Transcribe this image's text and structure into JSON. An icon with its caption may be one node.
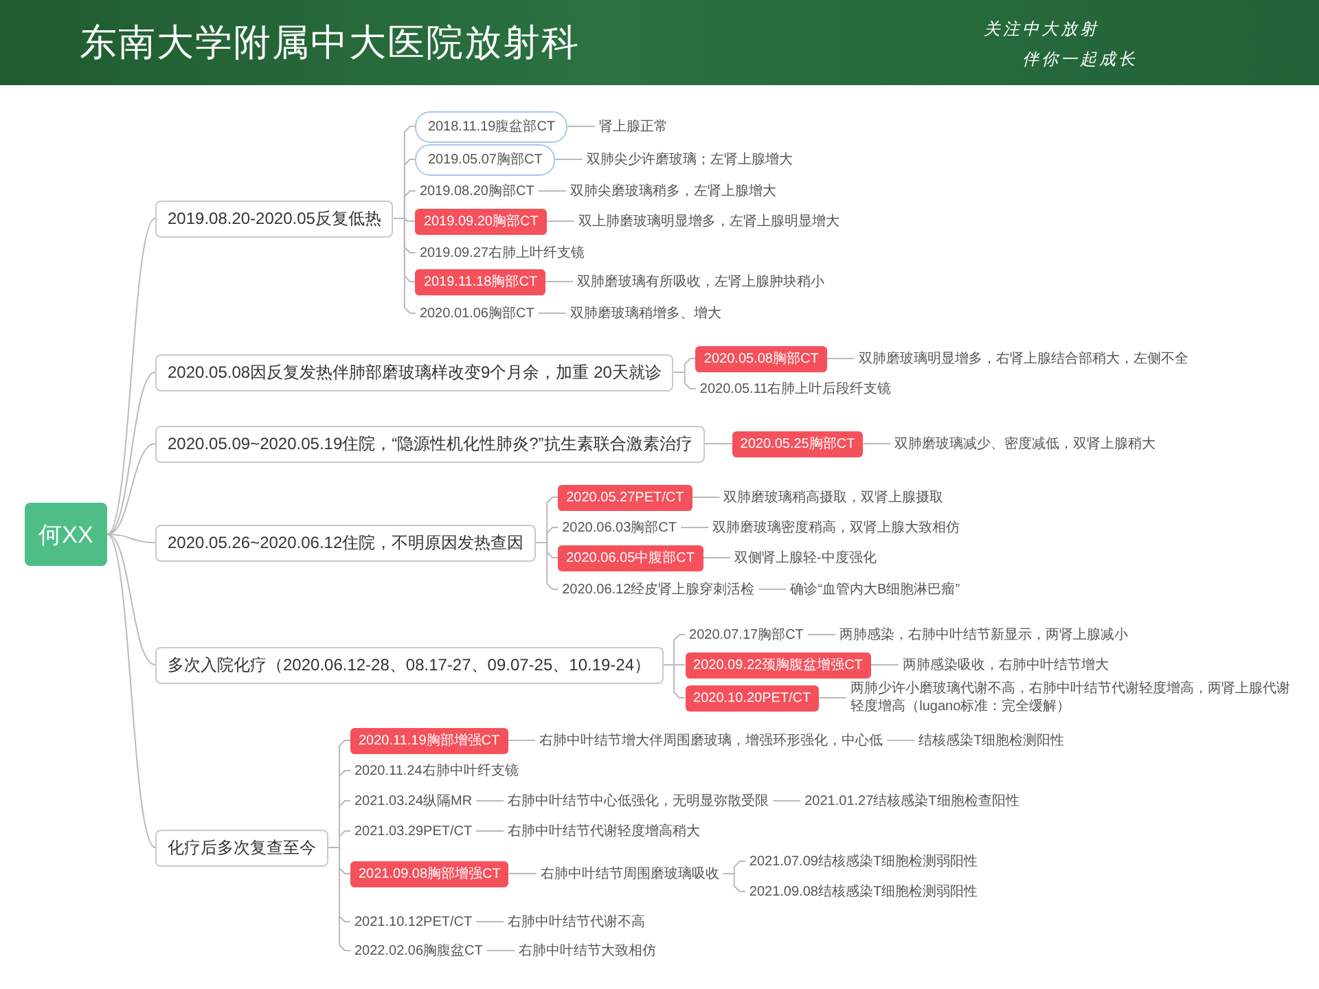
{
  "diagram": {
    "title": "东南大学附属中大医院放射科",
    "nodes": [
      {
        "text": [
          "何XX"
        ]
      },
      {
        "text": [
          "2019.08.20-2020.05反复低热"
        ]
      },
      {
        "text": [
          "2020.05.08因反复发热伴肺部磨玻璃样改变9个月余，加重 20天就诊"
        ]
      },
      {
        "text": [
          "2020.05.09~2020.05.19住院，“隐源性机化性肺炎?”抗生素联合激素治疗"
        ]
      },
      {
        "text": [
          "2020.05.26~2020.06.12住院，不明原因发热查因"
        ]
      },
      {
        "text": [
          "多次入院化疗（2020.06.12-28、08.17-27、09.07-25、10.19-24）"
        ]
      },
      {
        "text": [
          "化疗后多次复查至今"
        ]
      },
      {
        "text": [
          "2018.11.19腹盆部CT"
        ]
      },
      {
        "text": [
          "肾上腺正常"
        ]
      },
      {
        "text": [
          "2019.05.07胸部CT"
        ]
      },
      {
        "text": [
          "双肺尖少许磨玻璃；左肾上腺增大"
        ]
      },
      {
        "text": [
          "2019.08.20胸部CT"
        ]
      },
      {
        "text": [
          "双肺尖磨玻璃稍多，左肾上腺增大"
        ]
      },
      {
        "text": [
          "2019.09.20胸部CT"
        ]
      },
      {
        "text": [
          "双上肺磨玻璃明显增多，左肾上腺明显增大"
        ]
      },
      {
        "text": [
          "2019.09.27右肺上叶纤支镜"
        ]
      },
      {
        "text": [
          "2019.11.18胸部CT"
        ]
      },
      {
        "text": [
          "双肺磨玻璃有所吸收，左肾上腺肿块稍小"
        ]
      },
      {
        "text": [
          "2020.01.06胸部CT"
        ]
      },
      {
        "text": [
          "双肺磨玻璃稍增多、增大"
        ]
      },
      {
        "text": [
          "2020.05.08胸部CT"
        ]
      },
      {
        "text": [
          "双肺磨玻璃明显增多，右肾上腺结合部稍大，左侧不全"
        ]
      },
      {
        "text": [
          "2020.05.11右肺上叶后段纤支镜"
        ]
      },
      {
        "text": [
          "2020.05.25胸部CT"
        ]
      },
      {
        "text": [
          "双肺磨玻璃减少、密度减低，双肾上腺稍大"
        ]
      },
      {
        "text": [
          "2020.05.27PET/CT"
        ]
      },
      {
        "text": [
          "双肺磨玻璃稍高摄取，双肾上腺摄取"
        ]
      },
      {
        "text": [
          "2020.06.03胸部CT"
        ]
      },
      {
        "text": [
          "双肺磨玻璃密度稍高，双肾上腺大致相仿"
        ]
      },
      {
        "text": [
          "2020.06.05中腹部CT"
        ]
      },
      {
        "text": [
          "双侧肾上腺轻-中度强化"
        ]
      },
      {
        "text": [
          "2020.06.12经皮肾上腺穿刺活检"
        ]
      },
      {
        "text": [
          "确诊“血管内大B细胞淋巴瘤”"
        ]
      },
      {
        "text": [
          "2020.07.17胸部CT"
        ]
      },
      {
        "text": [
          "两肺感染，右肺中叶结节新显示，两肾上腺减小"
        ]
      },
      {
        "text": [
          "2020.09.22颈胸腹盆增强CT"
        ]
      },
      {
        "text": [
          "两肺感染吸收，右肺中叶结节增大"
        ]
      },
      {
        "text": [
          "2020.10.20PET/CT"
        ]
      },
      {
        "text": [
          "两肺少许小磨玻璃代谢不高，右肺中叶结节代谢轻度增高，两肾上腺代谢轻度增高（lugano标准：完全缓解）"
        ]
      },
      {
        "text": [
          "2020.11.19胸部增强CT"
        ]
      },
      {
        "text": [
          "右肺中叶结节增大伴周围磨玻璃，增强环形强化，中心低"
        ]
      },
      {
        "text": [
          "结核感染T细胞检测阳性"
        ]
      },
      {
        "text": [
          "2020.11.24右肺中叶纤支镜"
        ]
      },
      {
        "text": [
          "2021.03.24纵隔MR"
        ]
      },
      {
        "text": [
          "右肺中叶结节中心低强化，无明显弥散受限"
        ]
      },
      {
        "text": [
          "2021.01.27结核感染T细胞检查阳性"
        ]
      },
      {
        "text": [
          "2021.03.29PET/CT"
        ]
      },
      {
        "text": [
          "右肺中叶结节代谢轻度增高稍大"
        ]
      },
      {
        "text": [
          "2021.09.08胸部增强CT"
        ]
      },
      {
        "text": [
          "右肺中叶结节周围磨玻璃吸收"
        ]
      },
      {
        "text": [
          "2021.07.09结核感染T细胞检测弱阳性"
        ]
      },
      {
        "text": [
          "2021.09.08结核感染T细胞检测弱阳性"
        ]
      },
      {
        "text": [
          "2021.10.12PET/CT"
        ]
      },
      {
        "text": [
          "右肺中叶结节代谢不高"
        ]
      },
      {
        "text": [
          "2022.02.06胸腹盆CT"
        ]
      },
      {
        "text": [
          "右肺中叶结节大致相仿"
        ]
      }
    ],
    "edges": [
      {
        "from": 0,
        "to": 1,
        "arrow": "none"
      },
      {
        "from": 0,
        "to": 2,
        "arrow": "none"
      },
      {
        "from": 0,
        "to": 3,
        "arrow": "none"
      },
      {
        "from": 0,
        "to": 4,
        "arrow": "none"
      },
      {
        "from": 0,
        "to": 5,
        "arrow": "none"
      },
      {
        "from": 0,
        "to": 6,
        "arrow": "none"
      },
      {
        "from": 1,
        "to": 7,
        "arrow": "none"
      },
      {
        "from": 7,
        "to": 8,
        "arrow": "none"
      },
      {
        "from": 1,
        "to": 9,
        "arrow": "none"
      },
      {
        "from": 9,
        "to": 10,
        "arrow": "none"
      },
      {
        "from": 1,
        "to": 11,
        "arrow": "none"
      },
      {
        "from": 11,
        "to": 12,
        "arrow": "none"
      },
      {
        "from": 1,
        "to": 13,
        "arrow": "none"
      },
      {
        "from": 13,
        "to": 14,
        "arrow": "none"
      },
      {
        "from": 1,
        "to": 15,
        "arrow": "none"
      },
      {
        "from": 1,
        "to": 16,
        "arrow": "none"
      },
      {
        "from": 16,
        "to": 17,
        "arrow": "none"
      },
      {
        "from": 1,
        "to": 18,
        "arrow": "none"
      },
      {
        "from": 18,
        "to": 19,
        "arrow": "none"
      },
      {
        "from": 2,
        "to": 20,
        "arrow": "none"
      },
      {
        "from": 20,
        "to": 21,
        "arrow": "none"
      },
      {
        "from": 2,
        "to": 22,
        "arrow": "none"
      },
      {
        "from": 3,
        "to": 23,
        "arrow": "none"
      },
      {
        "from": 23,
        "to": 24,
        "arrow": "none"
      },
      {
        "from": 4,
        "to": 25,
        "arrow": "none"
      },
      {
        "from": 25,
        "to": 26,
        "arrow": "none"
      },
      {
        "from": 4,
        "to": 27,
        "arrow": "none"
      },
      {
        "from": 27,
        "to": 28,
        "arrow": "none"
      },
      {
        "from": 4,
        "to": 29,
        "arrow": "none"
      },
      {
        "from": 29,
        "to": 30,
        "arrow": "none"
      },
      {
        "from": 4,
        "to": 31,
        "arrow": "none"
      },
      {
        "from": 31,
        "to": 32,
        "arrow": "none"
      },
      {
        "from": 5,
        "to": 33,
        "arrow": "none"
      },
      {
        "from": 33,
        "to": 34,
        "arrow": "none"
      },
      {
        "from": 5,
        "to": 35,
        "arrow": "none"
      },
      {
        "from": 35,
        "to": 36,
        "arrow": "none"
      },
      {
        "from": 5,
        "to": 37,
        "arrow": "none"
      },
      {
        "from": 37,
        "to": 38,
        "arrow": "none"
      },
      {
        "from": 6,
        "to": 39,
        "arrow": "none"
      },
      {
        "from": 39,
        "to": 40,
        "arrow": "none"
      },
      {
        "from": 40,
        "to": 41,
        "arrow": "none"
      },
      {
        "from": 6,
        "to": 42,
        "arrow": "none"
      },
      {
        "from": 6,
        "to": 43,
        "arrow": "none"
      },
      {
        "from": 43,
        "to": 44,
        "arrow": "none"
      },
      {
        "from": 44,
        "to": 45,
        "arrow": "none"
      },
      {
        "from": 6,
        "to": 46,
        "arrow": "none"
      },
      {
        "from": 46,
        "to": 47,
        "arrow": "none"
      },
      {
        "from": 6,
        "to": 48,
        "arrow": "none"
      },
      {
        "from": 48,
        "to": 49,
        "arrow": "none"
      },
      {
        "from": 49,
        "to": 50,
        "arrow": "none"
      },
      {
        "from": 49,
        "to": 51,
        "arrow": "none"
      },
      {
        "from": 6,
        "to": 52,
        "arrow": "none"
      },
      {
        "from": 52,
        "to": 53,
        "arrow": "none"
      },
      {
        "from": 6,
        "to": 54,
        "arrow": "none"
      },
      {
        "from": 54,
        "to": 55,
        "arrow": "none"
      }
    ],
    "labels": [
      "关注中大放射",
      "伴你一起成长"
    ]
  }
}
